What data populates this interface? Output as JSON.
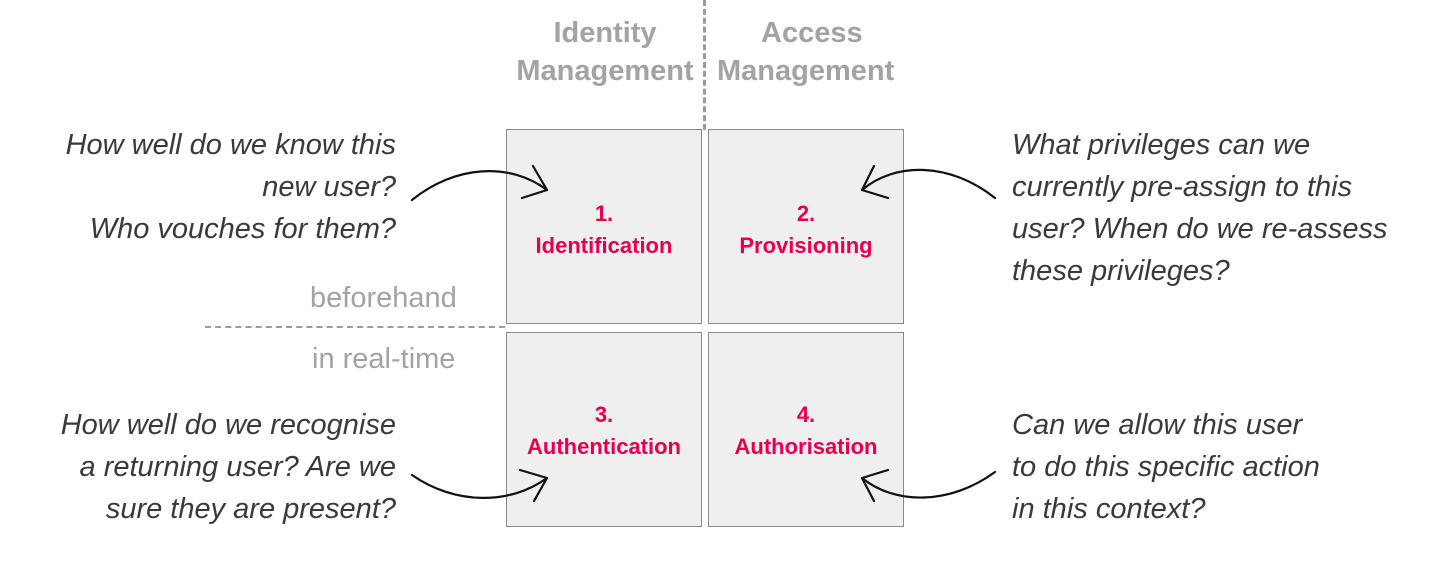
{
  "headers": {
    "identity": [
      "Identity",
      "Management"
    ],
    "access": [
      "Access",
      "Management"
    ]
  },
  "phases": {
    "before": "beforehand",
    "realtime": "in real-time"
  },
  "boxes": [
    {
      "number": "1.",
      "title": "Identification"
    },
    {
      "number": "2.",
      "title": "Provisioning"
    },
    {
      "number": "3.",
      "title": "Authentication"
    },
    {
      "number": "4.",
      "title": "Authorisation"
    }
  ],
  "questions": {
    "identification": [
      "How well do we know this",
      "new user?",
      "Who vouches for them?"
    ],
    "provisioning": [
      "What privileges can we",
      "currently pre-assign to this",
      "user? When do we re-assess",
      "these privileges?"
    ],
    "authentication": [
      "How well do we recognise",
      "a returning user? Are we",
      "sure they are present?"
    ],
    "authorisation": [
      "Can we allow this user",
      "to do this specific action",
      "in this context?"
    ]
  },
  "colors": {
    "accent": "#e8004f",
    "header_gray": "#a3a3a3",
    "box_fill": "#efefef",
    "question_text": "#3a3a3a"
  }
}
